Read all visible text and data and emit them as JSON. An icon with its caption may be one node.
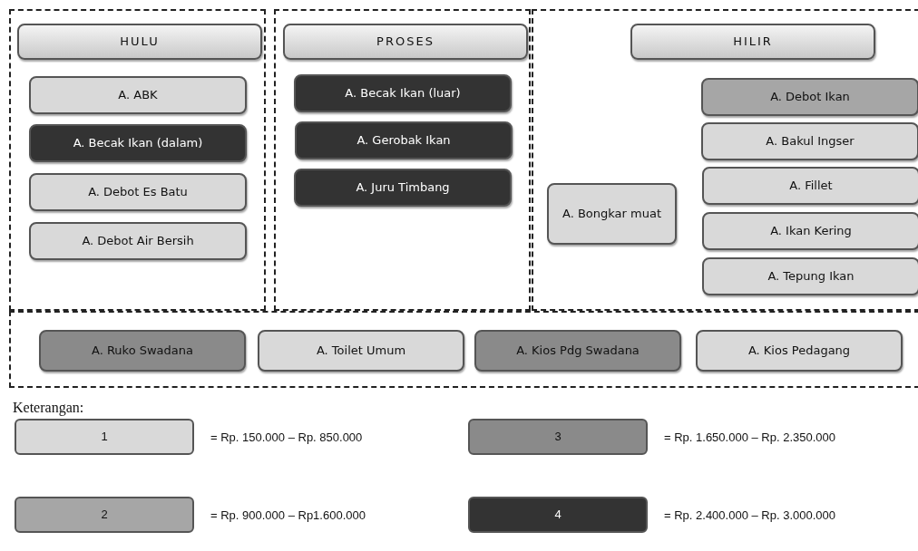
{
  "diagram": {
    "nodes": [
      {
        "text": [],
        "shape": "box"
      },
      {
        "text": [
          "HULU"
        ],
        "in": 0
      },
      {
        "text": [
          "A. ABK"
        ],
        "in": 0
      },
      {
        "text": [
          "A. Becak Ikan (dalam)"
        ],
        "in": 0
      },
      {
        "text": [
          "A. Debot Es Batu"
        ],
        "in": 0
      },
      {
        "text": [
          "A. Debot Air Bersih"
        ],
        "in": 0
      },
      {
        "text": [],
        "shape": "box"
      },
      {
        "text": [
          "PROSES"
        ],
        "in": 6
      },
      {
        "text": [
          "A. Becak Ikan (luar)"
        ],
        "in": 6
      },
      {
        "text": [
          "A. Gerobak Ikan"
        ],
        "in": 6
      },
      {
        "text": [
          "A. Juru Timbang"
        ],
        "in": 6
      },
      {
        "text": [],
        "shape": "box"
      },
      {
        "text": [
          "HILIR"
        ],
        "in": 11
      },
      {
        "text": [
          "A. Bongkar muat"
        ],
        "in": 11
      },
      {
        "text": [
          "A. Debot Ikan"
        ],
        "in": 11
      },
      {
        "text": [
          "A. Bakul Ingser"
        ],
        "in": 11
      },
      {
        "text": [
          "A. Fillet"
        ],
        "in": 11
      },
      {
        "text": [
          "A. Ikan Kering"
        ],
        "in": 11
      },
      {
        "text": [
          "A. Tepung Ikan"
        ],
        "in": 11
      },
      {
        "text": [],
        "shape": "box"
      },
      {
        "text": [
          "A. Ruko Swadana"
        ],
        "in": 19
      },
      {
        "text": [
          "A. Toilet Umum"
        ],
        "in": 19
      },
      {
        "text": [
          "A. Kios Pdg Swadana"
        ],
        "in": 19
      },
      {
        "text": [
          "A. Kios Pedagang"
        ],
        "in": 19
      }
    ],
    "labels": [
      "Keterangan:",
      "1",
      "3",
      "2",
      "4"
    ],
    "legend": [
      {
        "text": "= Rp. 150.000 – Rp. 850.000",
        "color": "#d9d9d9"
      },
      {
        "text": "= Rp. 1.650.000 – Rp. 2.350.000",
        "color": "#8a8a8a"
      },
      {
        "text": "= Rp. 900.000 – Rp1.600.000",
        "color": "#a6a6a6"
      },
      {
        "text": "= Rp. 2.400.000 – Rp. 3.000.000",
        "color": "#333333"
      }
    ]
  }
}
